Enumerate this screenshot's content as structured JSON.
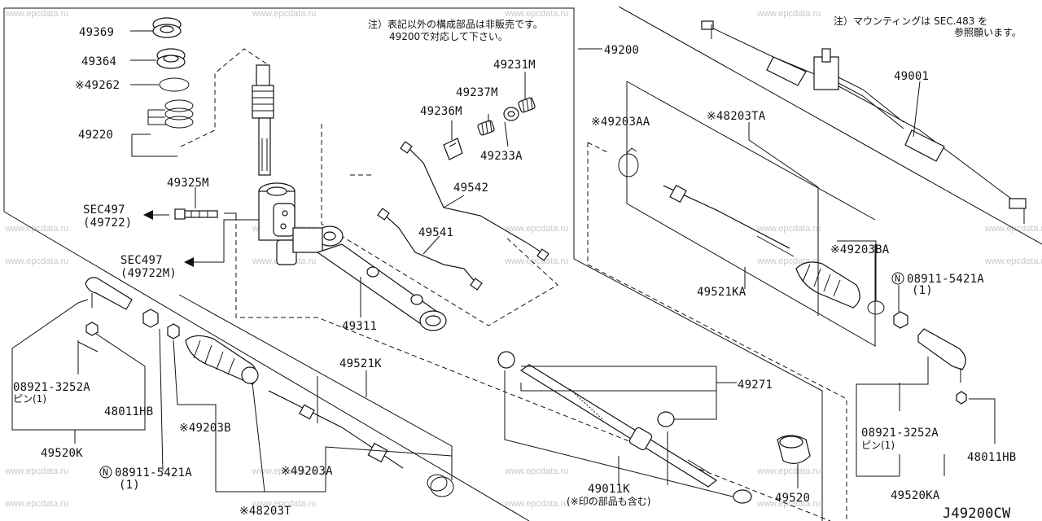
{
  "watermark": "www.epcdata.ru",
  "diagram_code": "J49200CW",
  "notes": {
    "top_center_line1": "注）表記以外の構成部品は非販売です。",
    "top_center_line2": "49200で対応して下さい。",
    "top_right_line1": "注）マウンティングは SEC.483 を",
    "top_right_line2": "参照願います。"
  },
  "labels": {
    "p49369": "49369",
    "p49364": "49364",
    "p49262": "※49262",
    "p49220": "49220",
    "p49325M": "49325M",
    "sec497a": "SEC497",
    "sec497a_sub": "(49722)",
    "sec497b": "SEC497",
    "sec497b_sub": "(49722M)",
    "p49200": "49200",
    "p49231M": "49231M",
    "p49237M": "49237M",
    "p49236M": "49236M",
    "p49233A": "49233A",
    "p49542": "49542",
    "p49541": "49541",
    "p49311": "49311",
    "p49001": "49001",
    "p49203AA": "※49203AA",
    "p48203TA": "※48203TA",
    "p49203BA": "※49203BA",
    "p49521KA": "49521KA",
    "p08911_r": "08911-5421A",
    "p08911_r_qty": "(1)",
    "p49520K": "49520K",
    "p08921_l": "08921-3252A",
    "p08921_l_pin": "ピン(1)",
    "p48011HB_l": "48011HB",
    "p49521K": "49521K",
    "p49203B": "※49203B",
    "p08911_l": "08911-5421A",
    "p08911_l_qty": "(1)",
    "p49203A": "※49203A",
    "p48203T": "※48203T",
    "p49271": "49271",
    "p49011K": "49011K",
    "p49011K_note": "(※印の部品も含む)",
    "p49520": "49520",
    "p08921_r": "08921-3252A",
    "p08921_r_pin": "ピン(1)",
    "p48011HB_r": "48011HB",
    "p49520KA": "49520KA"
  }
}
